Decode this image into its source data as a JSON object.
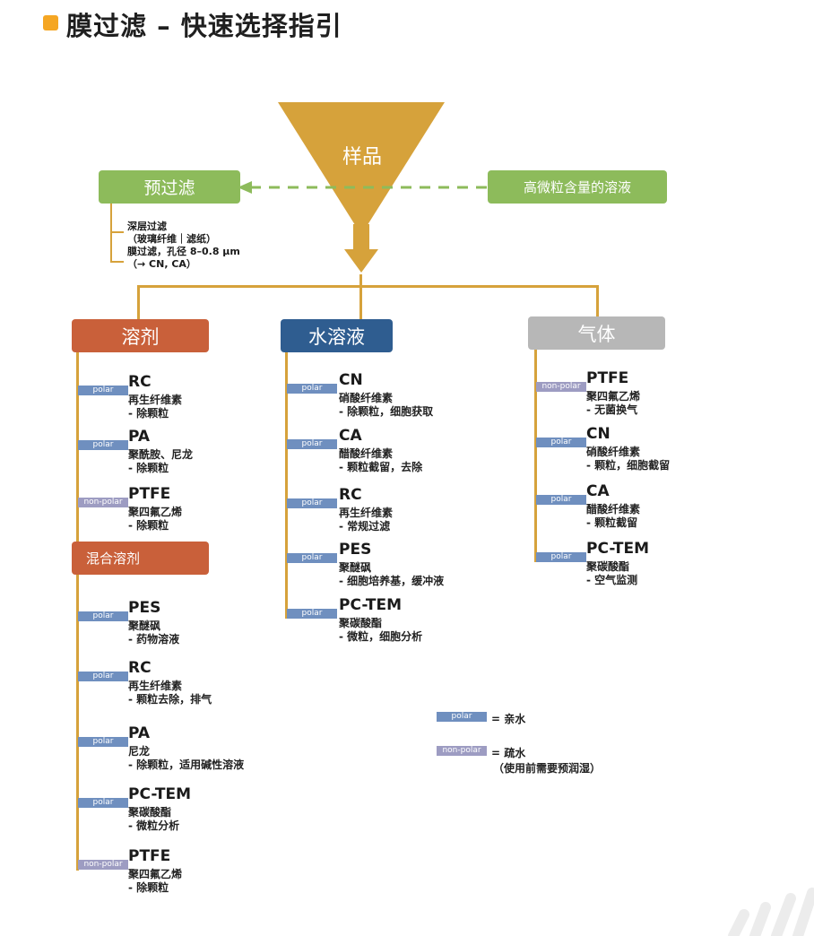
{
  "title": "膜过滤 – 快速选择指引",
  "funnel_label": "样品",
  "prefilter": {
    "box_label": "预过滤",
    "lines": [
      "深层过滤",
      "（玻璃纤维｜滤纸）",
      "膜过滤，孔径 8–0.8 μm",
      "（→ CN, CA）"
    ]
  },
  "high_particle_label": "高微粒含量的溶液",
  "categories": {
    "solvent": "溶剂",
    "water": "水溶液",
    "gas": "气体",
    "mixed": "混合溶剂"
  },
  "solvent_items": [
    {
      "tag": "polar",
      "name": "RC",
      "desc1": "再生纤维素",
      "desc2": "- 除颗粒"
    },
    {
      "tag": "polar",
      "name": "PA",
      "desc1": "聚酰胺、尼龙",
      "desc2": "- 除颗粒"
    },
    {
      "tag": "non-polar",
      "name": "PTFE",
      "desc1": "聚四氟乙烯",
      "desc2": "- 除颗粒"
    }
  ],
  "mixed_items": [
    {
      "tag": "polar",
      "name": "PES",
      "desc1": "聚醚砜",
      "desc2": "- 药物溶液"
    },
    {
      "tag": "polar",
      "name": "RC",
      "desc1": "再生纤维素",
      "desc2": "- 颗粒去除，排气"
    },
    {
      "tag": "polar",
      "name": "PA",
      "desc1": "尼龙",
      "desc2": "- 除颗粒，适用碱性溶液"
    },
    {
      "tag": "polar",
      "name": "PC-TEM",
      "desc1": "聚碳酸酯",
      "desc2": " - 微粒分析"
    },
    {
      "tag": "non-polar",
      "name": "PTFE",
      "desc1": "聚四氟乙烯",
      "desc2": "- 除颗粒"
    }
  ],
  "water_items": [
    {
      "tag": "polar",
      "name": "CN",
      "desc1": "硝酸纤维素",
      "desc2": "- 除颗粒，细胞获取"
    },
    {
      "tag": "polar",
      "name": "CA",
      "desc1": "醋酸纤维素",
      "desc2": "- 颗粒截留，去除"
    },
    {
      "tag": "polar",
      "name": "RC",
      "desc1": "再生纤维素",
      "desc2": "- 常规过滤"
    },
    {
      "tag": "polar",
      "name": "PES",
      "desc1": "聚醚砜",
      "desc2": "- 细胞培养基，缓冲液"
    },
    {
      "tag": "polar",
      "name": "PC-TEM",
      "desc1": "聚碳酸酯",
      "desc2": " - 微粒，细胞分析"
    }
  ],
  "gas_items": [
    {
      "tag": "non-polar",
      "name": "PTFE",
      "desc1": "聚四氟乙烯",
      "desc2": "- 无菌换气"
    },
    {
      "tag": "polar",
      "name": "CN",
      "desc1": "硝酸纤维素",
      "desc2": "- 颗粒，细胞截留"
    },
    {
      "tag": "polar",
      "name": "CA",
      "desc1": "醋酸纤维素",
      "desc2": "- 颗粒截留"
    },
    {
      "tag": "polar",
      "name": "PC-TEM",
      "desc1": "聚碳酸酯",
      "desc2": " - 空气监测"
    }
  ],
  "legend": {
    "polar_tag": "polar",
    "polar_text": "= 亲水",
    "nonpolar_tag": "non-polar",
    "nonpolar_text": "= 疏水",
    "nonpolar_note": "（使用前需要预润湿）"
  },
  "colors": {
    "accent": "#f5a623",
    "funnel": "#d6a23b",
    "green": "#8dbb5b",
    "solvent": "#c9603a",
    "water": "#2f5d90",
    "gas": "#b7b7b7",
    "polar": "#6f8fbf",
    "nonpolar": "#9d9cc2"
  }
}
